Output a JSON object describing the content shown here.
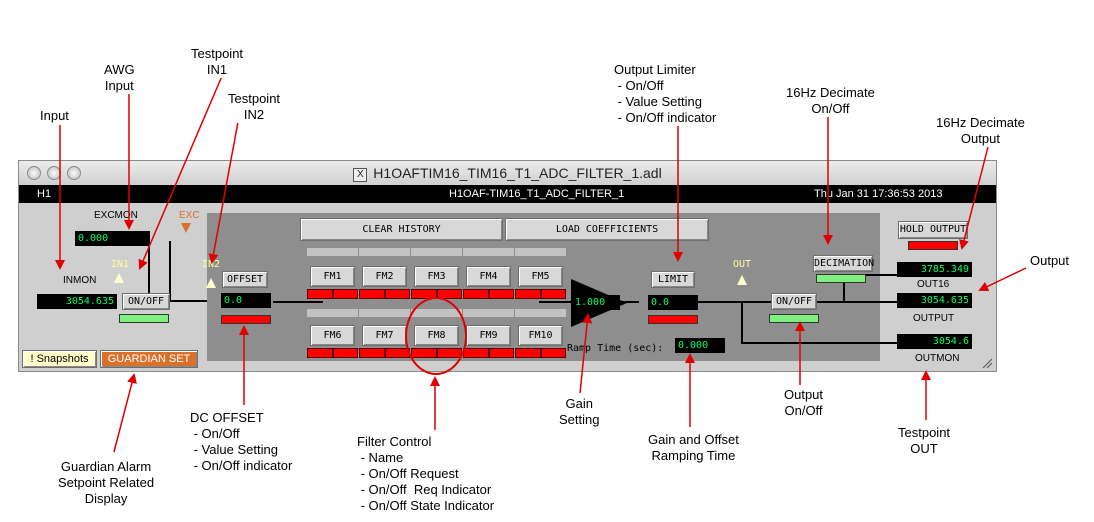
{
  "window": {
    "title": "H1OAFTIM16_TIM16_T1_ADC_FILTER_1.adl",
    "header_left": "H1",
    "header_center": "H1OAF-TIM16_T1_ADC_FILTER_1",
    "header_right": "Thu Jan 31 17:36:53 2013"
  },
  "labels": {
    "excmon": "EXCMON",
    "exc": "EXC",
    "inmon": "INMON",
    "in1": "IN1",
    "in2": "IN2",
    "out": "OUT",
    "out16": "OUT16",
    "output": "OUTPUT",
    "outmon": "OUTMON",
    "ramp_time": "Ramp Time (sec):"
  },
  "values": {
    "excmon": "0.000",
    "inmon": "3054.635",
    "offset": "0.0",
    "gain": "1.000",
    "limit": "0.0",
    "ramp": "0.000",
    "out16": "3785.349",
    "output": "3054.635",
    "outmon": "3054.6"
  },
  "buttons": {
    "clear_history": "CLEAR HISTORY",
    "load_coefficients": "LOAD COEFFICIENTS",
    "offset": "OFFSET",
    "input_onoff": "ON/OFF",
    "output_onoff": "ON/OFF",
    "limit": "LIMIT",
    "decimation": "DECIMATION",
    "hold_output": "HOLD OUTPUT",
    "snapshots": "! Snapshots",
    "guardian_set": "GUARDIAN SET"
  },
  "filters": [
    "FM1",
    "FM2",
    "FM3",
    "FM4",
    "FM5",
    "FM6",
    "FM7",
    "FM8",
    "FM9",
    "FM10"
  ],
  "colors": {
    "led_green": "#7ff07f",
    "led_red": "#ff0000",
    "field_green": "#00ff66",
    "guardian_orange": "#d9712a",
    "snapshots_yellow": "#ffffcc",
    "callout_red": "#e00000"
  },
  "callouts": {
    "input": "Input",
    "awg": "AWG\nInput",
    "tp_in1": "Testpoint\nIN1",
    "tp_in2": "Testpoint\nIN2",
    "limiter": "Output Limiter\n - On/Off\n - Value Setting\n - On/Off indicator",
    "decimate_onoff": "16Hz Decimate\nOn/Off",
    "decimate_output": "16Hz Decimate\nOutput",
    "output": "Output",
    "dc_offset": "DC OFFSET\n - On/Off\n - Value Setting\n - On/Off indicator",
    "filter_control": "Filter Control\n - Name\n - On/Off Request\n - On/Off  Req Indicator\n - On/Off State Indicator",
    "gain": "Gain\nSetting",
    "gain_ramp": "Gain and Offset\nRamping Time",
    "output_onoff": "Output\nOn/Off",
    "tp_out": "Testpoint\nOUT",
    "guardian": "Guardian Alarm\nSetpoint Related\nDisplay"
  }
}
